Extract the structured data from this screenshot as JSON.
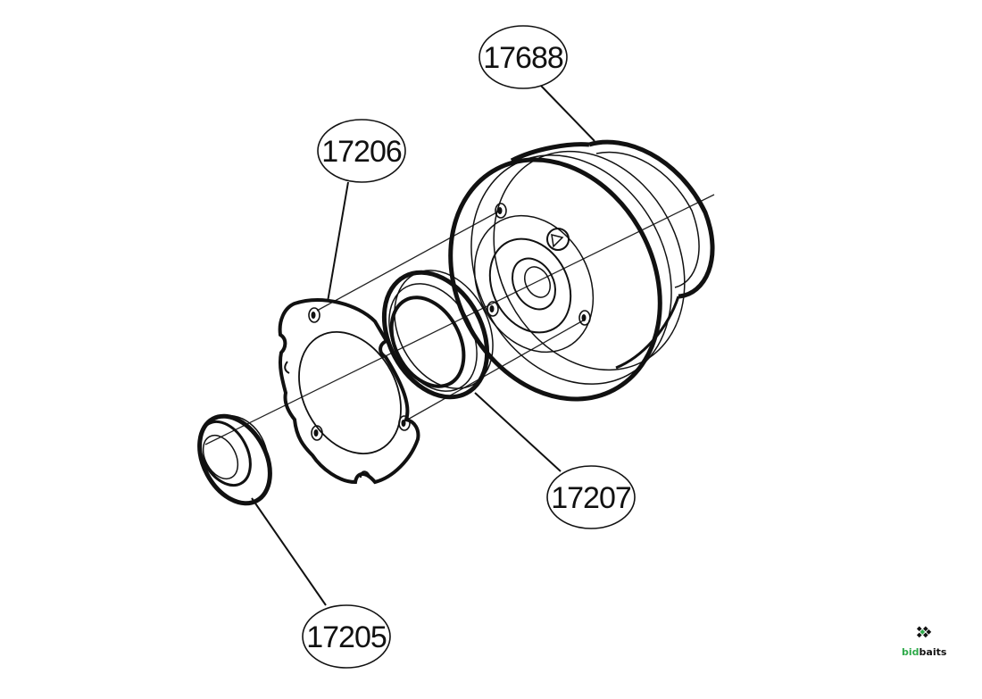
{
  "callouts": {
    "top": "17688",
    "left_upper": "17206",
    "right_lower": "17207",
    "left_lower": "17205"
  },
  "logo": {
    "prefix": "bid",
    "suffix": "baits",
    "prefix_color": "#2eaa4a",
    "suffix_color": "#111111"
  }
}
